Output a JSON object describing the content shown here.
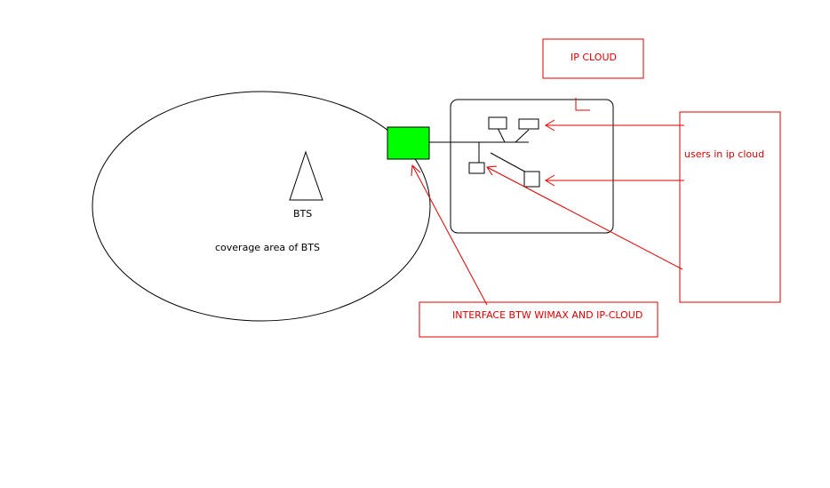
{
  "colors": {
    "red": "#e00000",
    "green": "#00ff00",
    "black": "#000000"
  },
  "labels": {
    "bts": "BTS",
    "coverage": "coverage area of BTS",
    "ip_cloud": "IP CLOUD",
    "users": "users in ip cloud",
    "interface": "INTERFACE BTW WIMAX AND IP-CLOUD"
  }
}
